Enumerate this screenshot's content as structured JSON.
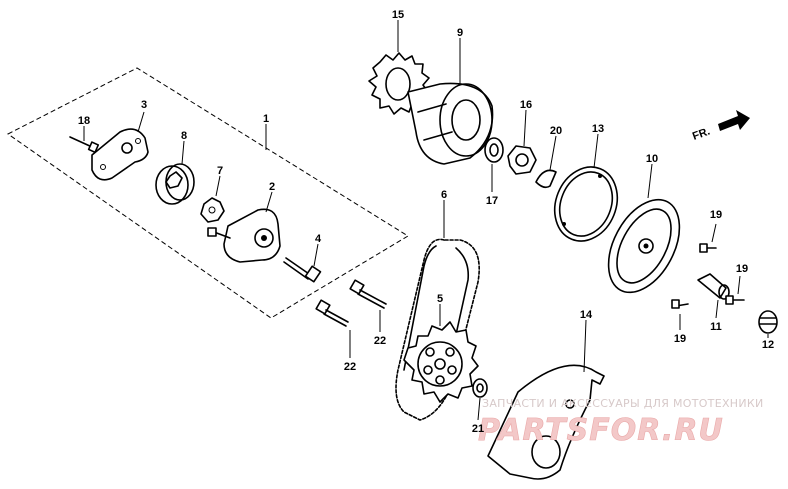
{
  "callouts": [
    "1",
    "2",
    "3",
    "4",
    "5",
    "6",
    "7",
    "8",
    "9",
    "10",
    "11",
    "12",
    "13",
    "14",
    "15",
    "16",
    "17",
    "18",
    "19",
    "20",
    "21",
    "22"
  ],
  "direction_label": "FR.",
  "watermark": {
    "line1": "ЗАПЧАСТИ И АКСЕССУАРЫ ДЛЯ МОТОТЕХНИКИ",
    "line2": "PARTSFOR.RU"
  }
}
